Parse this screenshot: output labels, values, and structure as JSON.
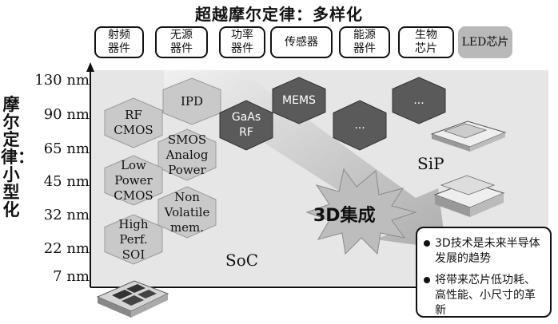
{
  "title": "超越摩尔定律：多样化",
  "categories": [
    {
      "label": "射频器件"
    },
    {
      "label": "无源器件"
    },
    {
      "label": "功率器件"
    },
    {
      "label": "传感器"
    },
    {
      "label": "能源器件"
    },
    {
      "label": "生物芯片"
    },
    {
      "label": "LED芯片",
      "shaded": true
    }
  ],
  "y_axis": {
    "label": "摩尔定律：小型化",
    "ticks": [
      "130 nm",
      "90 nm",
      "65 nm",
      "45 nm",
      "32 nm",
      "22 nm",
      "7 nm"
    ]
  },
  "soc_hexes": [
    {
      "text": "IPD"
    },
    {
      "text": "RF\nCMOS"
    },
    {
      "text": "SMOS\nAnalog\nPower"
    },
    {
      "text": "Low\nPower\nCMOS"
    },
    {
      "text": "Non\nVolatile\nmem."
    },
    {
      "text": "High\nPerf.\nSOI"
    }
  ],
  "sip_hexes": [
    {
      "text": "GaAs\nRF"
    },
    {
      "text": "MEMS"
    },
    {
      "text": "..."
    },
    {
      "text": "..."
    }
  ],
  "labels": {
    "soc": "SoC",
    "sip": "SiP",
    "integration": "3D集成"
  },
  "colors": {
    "light_hex": "#c9c9c9",
    "dark_hex": "#5a5a5a",
    "panel": "#e6e6e6",
    "star": "#bdbdbd"
  },
  "notes": [
    "3D技术是未来半导体发展的趋势",
    "将带来芯片低功耗、高性能、小尺寸的革新"
  ]
}
